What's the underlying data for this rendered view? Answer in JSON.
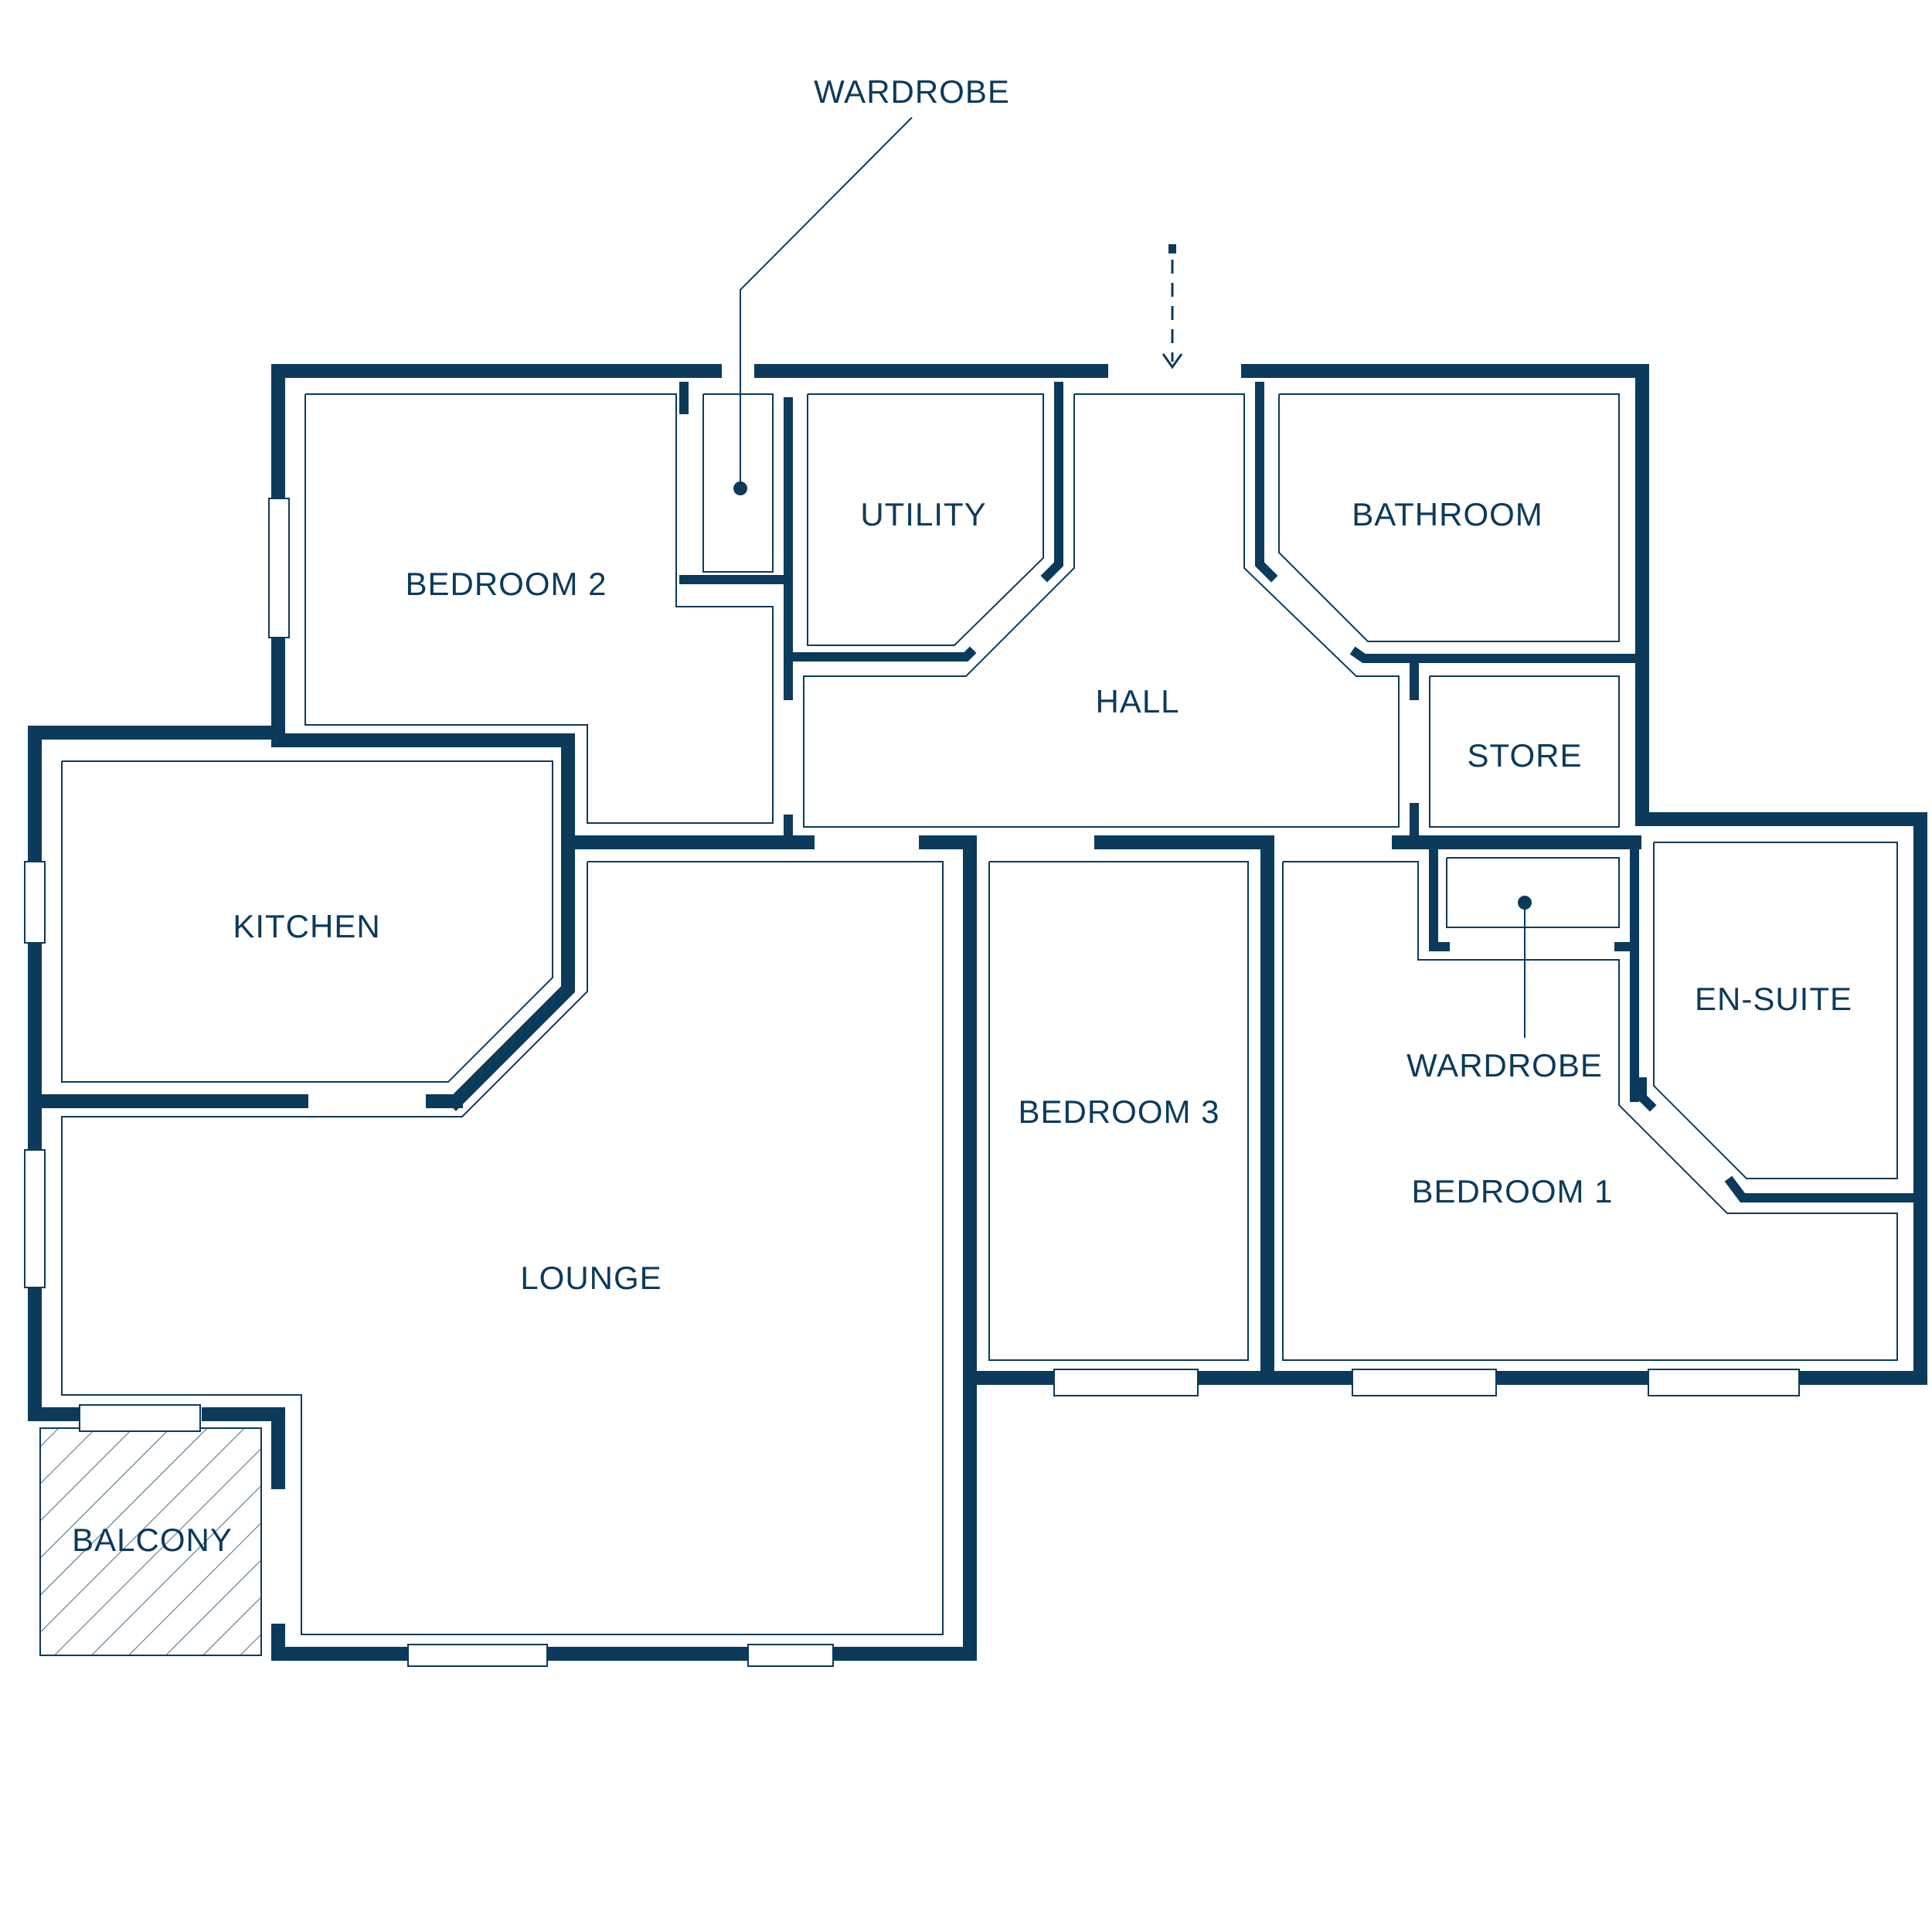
{
  "rooms": {
    "wardrobe_top": "WARDROBE",
    "bedroom2": "BEDROOM 2",
    "utility": "UTILITY",
    "bathroom": "BATHROOM",
    "hall": "HALL",
    "store": "STORE",
    "kitchen": "KITCHEN",
    "ensuite": "EN-SUITE",
    "wardrobe_bed1": "WARDROBE",
    "bedroom3": "BEDROOM 3",
    "bedroom1": "BEDROOM 1",
    "lounge": "LOUNGE",
    "balcony": "BALCONY"
  },
  "colors": {
    "wall": "#0c3a5b",
    "background": "#ffffff"
  },
  "icons": {
    "entrance": "entrance-arrow-icon"
  }
}
